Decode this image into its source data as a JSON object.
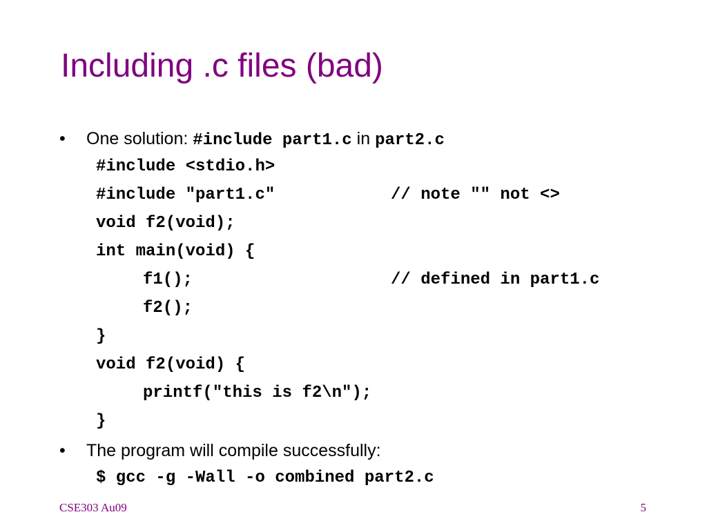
{
  "slide": {
    "title": "Including .c files (bad)",
    "bullet_symbol": "•",
    "bullet1": {
      "text": "One solution: ",
      "code1": "#include part1.c",
      "mid": " in ",
      "code2": "part2.c"
    },
    "code_block": {
      "line1": "#include <stdio.h>",
      "line2": "#include \"part1.c\"",
      "line2_comment": "// note \"\" not <>",
      "line3": "void f2(void);",
      "line4": "int main(void) {",
      "line5": "f1();",
      "line5_comment": "// defined in part1.c",
      "line6": "f2();",
      "line7": "}",
      "line8": "void f2(void) {",
      "line9": "printf(\"this is f2\\n\");",
      "line10": "}"
    },
    "bullet2": {
      "text": "The program will compile successfully:",
      "command": "$ gcc -g -Wall -o combined part2.c"
    },
    "footer": {
      "course": "CSE303 Au09",
      "page_number": "5"
    }
  },
  "colors": {
    "title": "#800080",
    "footer": "#800080",
    "text": "#000000"
  }
}
